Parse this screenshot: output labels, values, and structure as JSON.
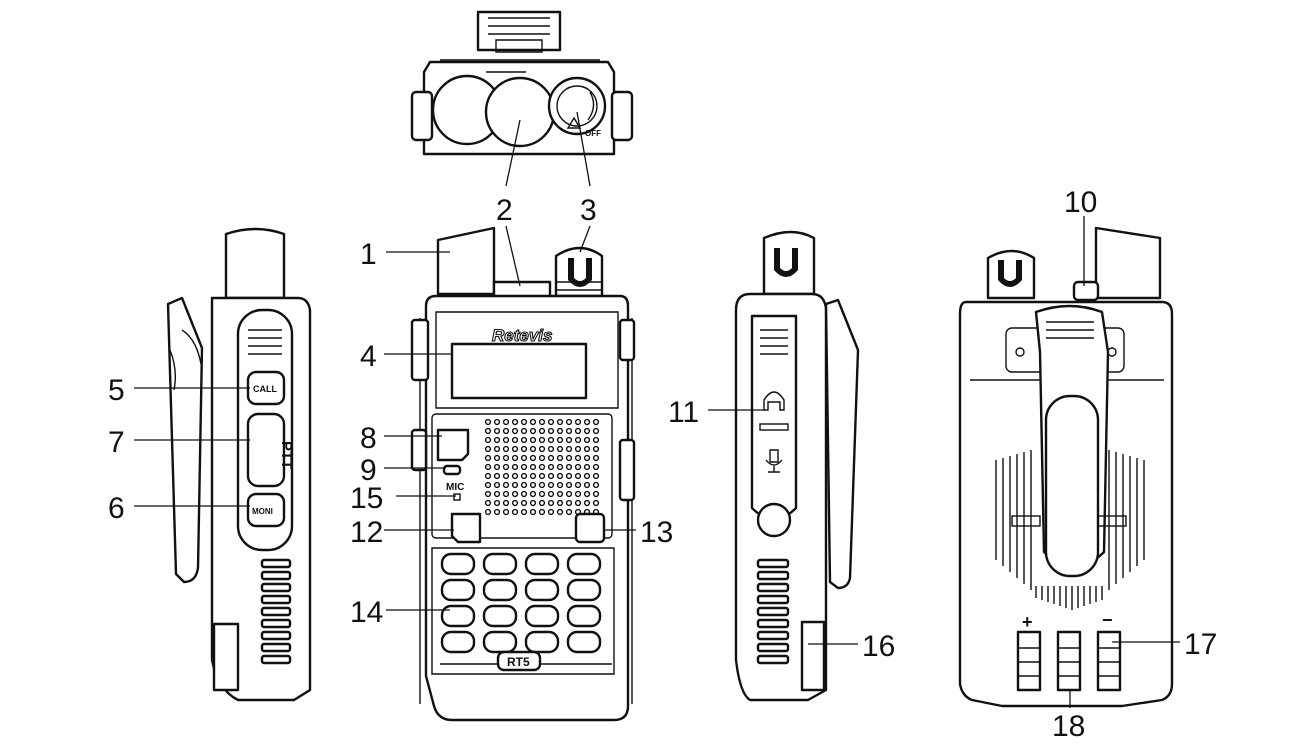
{
  "callouts": {
    "c1": "1",
    "c2": "2",
    "c3": "3",
    "c4": "4",
    "c5": "5",
    "c6": "6",
    "c7": "7",
    "c8": "8",
    "c9": "9",
    "c10": "10",
    "c11": "11",
    "c12": "12",
    "c13": "13",
    "c14": "14",
    "c15": "15",
    "c16": "16",
    "c17": "17",
    "c18": "18"
  },
  "device": {
    "brand": "Retevis",
    "model": "RT5",
    "mic_label": "MIC",
    "off_label": "OFF",
    "call_label": "CALL",
    "ptt_label": "PTT",
    "moni_label": "MONI",
    "plus_label": "+",
    "minus_label": "−"
  },
  "icons": [
    "headphone-icon",
    "microphone-icon"
  ]
}
